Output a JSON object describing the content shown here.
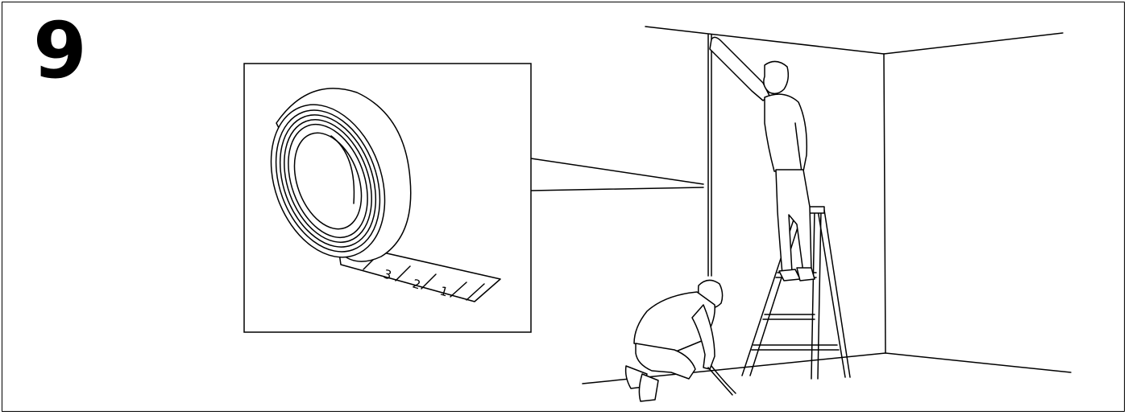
{
  "step": {
    "number": "9"
  },
  "detail_callout": {
    "tape_markings": [
      "3",
      "2",
      "1"
    ]
  },
  "colors": {
    "ink": "#000000",
    "paper": "#ffffff"
  }
}
